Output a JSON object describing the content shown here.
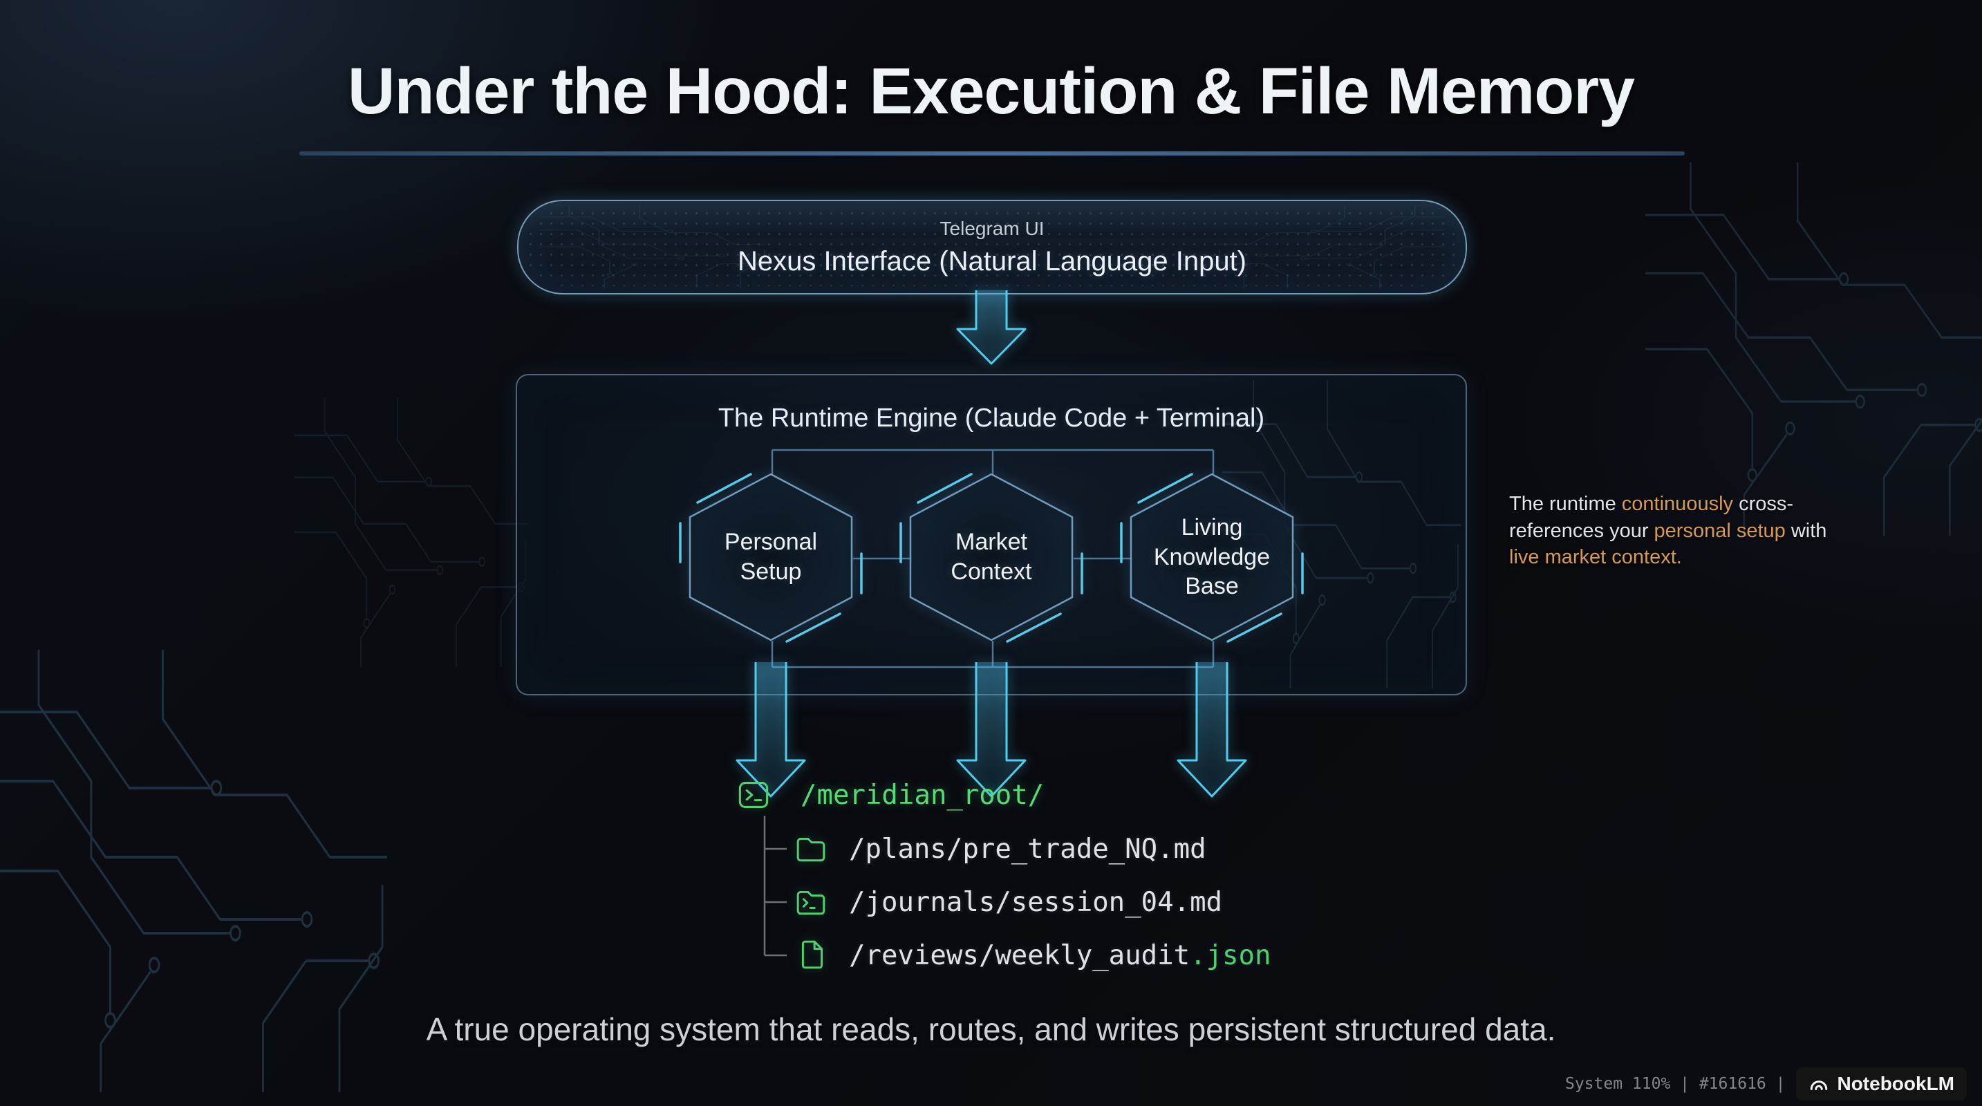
{
  "slide": {
    "title": "Under the Hood: Execution & File Memory",
    "caption": "A true operating system that reads, routes, and writes persistent structured data."
  },
  "interface_box": {
    "subtitle": "Telegram UI",
    "title": "Nexus Interface (Natural Language Input)"
  },
  "runtime_box": {
    "title": "The Runtime Engine (Claude Code + Terminal)",
    "hexagons": [
      {
        "label": "Personal Setup"
      },
      {
        "label": "Market Context"
      },
      {
        "label": "Living Knowledge Base"
      }
    ]
  },
  "annotation": {
    "s1": "The runtime ",
    "s2": "continuously",
    "s3": " cross-references your ",
    "s4": "personal setup",
    "s5": " with ",
    "s6": "live market context."
  },
  "file_tree": {
    "root": {
      "text": "/meridian_root/"
    },
    "children": [
      {
        "text": "/plans/pre_trade_NQ.md",
        "suffix": ""
      },
      {
        "text": "/journals/session_04.md",
        "suffix": ""
      },
      {
        "text": "/reviews/weekly_audit",
        "suffix": ".json"
      }
    ]
  },
  "status_bar": {
    "system_info": "System 110% | #161616 |",
    "brand": "NotebookLM"
  },
  "colors": {
    "accent_cyan": "#4ecdef",
    "steel_blue": "#6f9cba",
    "terminal_green": "#4dd06e",
    "highlight_orange": "#d79a52"
  }
}
